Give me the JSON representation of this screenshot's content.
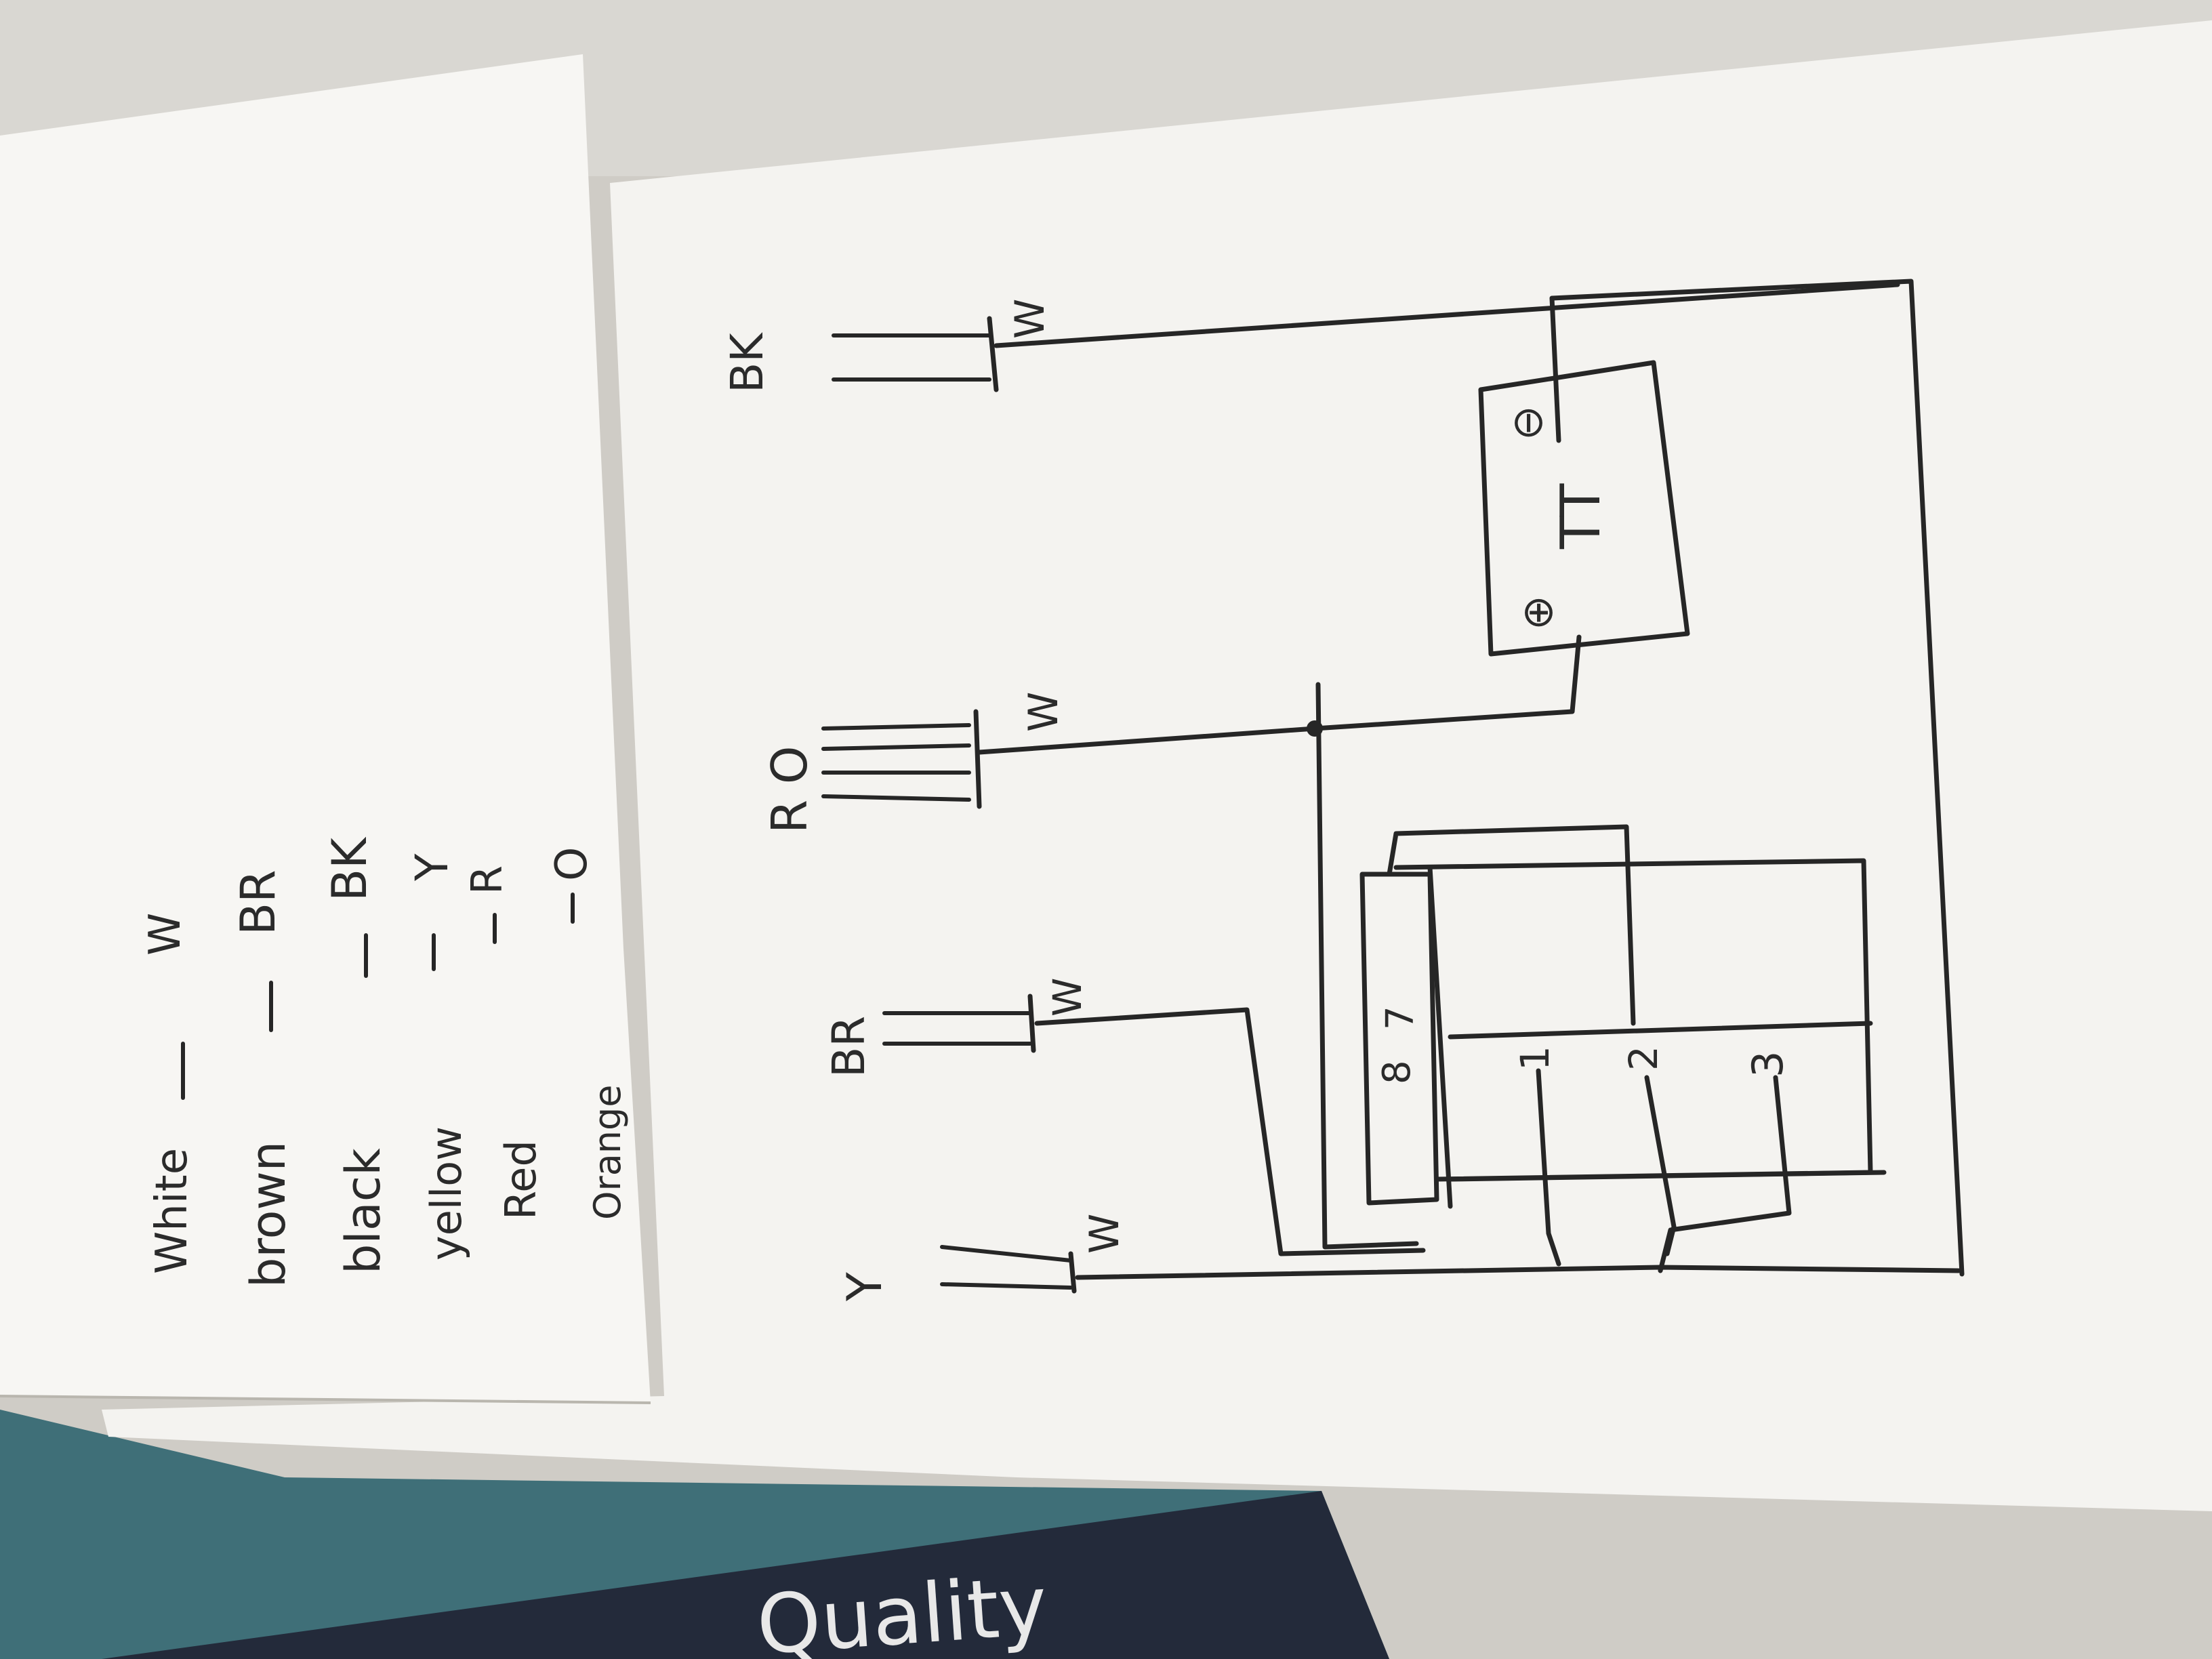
{
  "legend": {
    "rows": [
      {
        "color": "White",
        "code": "W"
      },
      {
        "color": "brown",
        "code": "BR"
      },
      {
        "color": "black",
        "code": "BK"
      },
      {
        "color": "yellow",
        "code": "Y"
      },
      {
        "color": "Red",
        "code": "R"
      },
      {
        "color": "Orange",
        "code": "O"
      }
    ]
  },
  "diagram": {
    "wire_labels": {
      "bk": "BK",
      "ro": "R O",
      "br": "BR",
      "y": "Y"
    },
    "common_labels": {
      "bk": "W",
      "ro": "W",
      "br": "W",
      "y": "W"
    },
    "thermostat": {
      "plus": "⊕",
      "minus": "⊖",
      "label": "TT"
    },
    "terminals": {
      "t1": "1",
      "t2": "2",
      "t3": "3",
      "t7": "7",
      "t8": "8"
    }
  },
  "background_text": {
    "brand": "Quality"
  }
}
